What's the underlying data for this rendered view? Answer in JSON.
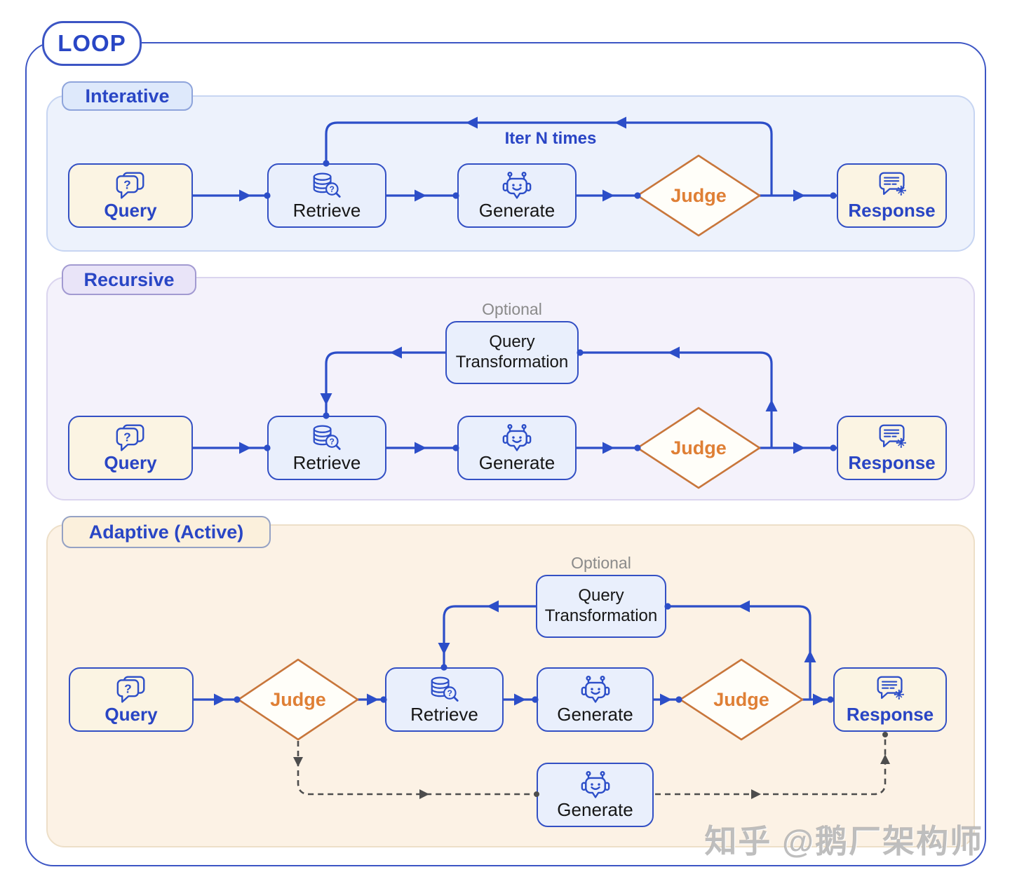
{
  "loop_label": "LOOP",
  "watermark": "知乎 @鹅厂架构师",
  "colors": {
    "primary_blue": "#2C4EC8",
    "text_blue": "#2945C4",
    "accent_orange": "#DF7F35",
    "io_fill": "#FBF4E3",
    "process_fill": "#E9EFFC",
    "section_iterative_bg": "#EDF2FC",
    "section_recursive_bg": "#F4F2FB",
    "section_adaptive_bg": "#FCF2E5",
    "dashed_gray": "#4D4D4D"
  },
  "icons": {
    "query": "question-chat-icon",
    "retrieve": "database-search-icon",
    "generate": "robot-chat-icon",
    "response": "answer-chat-icon"
  },
  "sections": {
    "interative": {
      "label": "Interative",
      "iter_label": "Iter N times",
      "query": "Query",
      "retrieve": "Retrieve",
      "generate": "Generate",
      "judge": "Judge",
      "response": "Response"
    },
    "recursive": {
      "label": "Recursive",
      "optional": "Optional",
      "transform": "Query Transformation",
      "query": "Query",
      "retrieve": "Retrieve",
      "generate": "Generate",
      "judge": "Judge",
      "response": "Response"
    },
    "adaptive": {
      "label": "Adaptive (Active)",
      "optional": "Optional",
      "transform": "Query Transformation",
      "query": "Query",
      "judge_pre": "Judge",
      "retrieve": "Retrieve",
      "generate": "Generate",
      "judge_post": "Judge",
      "response": "Response",
      "generate_alt": "Generate"
    }
  }
}
